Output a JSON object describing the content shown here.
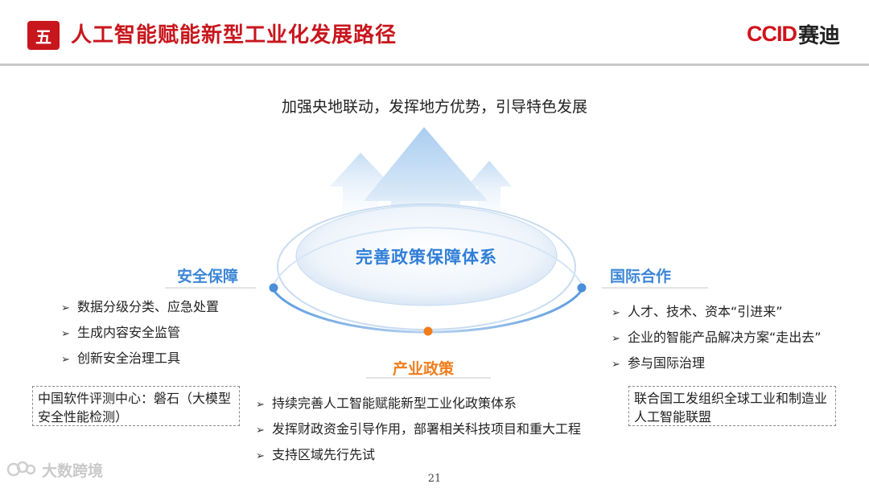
{
  "header": {
    "section_number": "五",
    "title": "人工智能赋能新型工业化发展路径",
    "logo_en": "CCID",
    "logo_cn": "赛迪"
  },
  "slogan": "加强央地联动，发挥地方优势，引导特色发展",
  "center_label": "完善政策保障体系",
  "left": {
    "title": "安全保障",
    "items": [
      "数据分级分类、应急处置",
      "生成内容安全监管",
      "创新安全治理工具"
    ],
    "note": "中国软件评测中心：磐石（大模型安全性能检测）"
  },
  "bottom": {
    "title": "产业政策",
    "items": [
      "持续完善人工智能赋能新型工业化政策体系",
      "发挥财政资金引导作用，部署相关科技项目和重大工程",
      "支持区域先行先试"
    ]
  },
  "right": {
    "title": "国际合作",
    "items": [
      "人才、技术、资本“引进来”",
      "企业的智能产品解决方案“走出去”",
      "参与国际治理"
    ],
    "note": "联合国工发组织全球工业和制造业人工智能联盟"
  },
  "page_number": "21",
  "watermark": "大数跨境",
  "colors": {
    "brand_red": "#c8161d",
    "blue": "#3d86d6",
    "orange": "#f07d1c"
  }
}
